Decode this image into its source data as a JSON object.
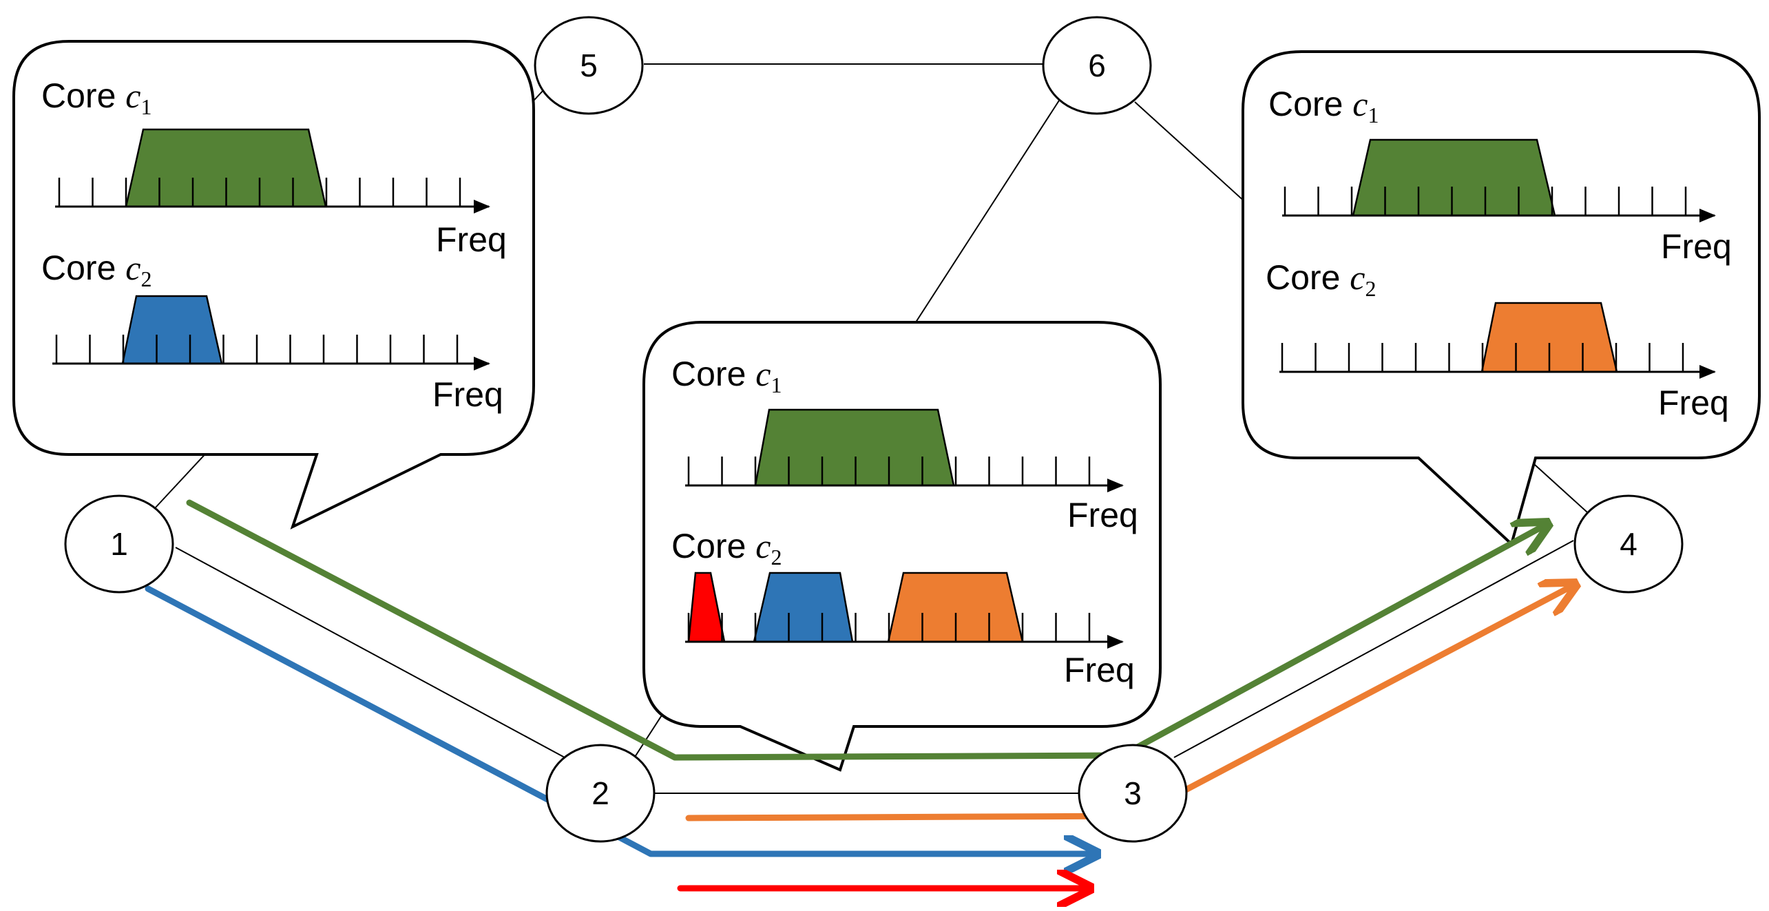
{
  "nodes": {
    "n1": "1",
    "n2": "2",
    "n3": "3",
    "n4": "4",
    "n5": "5",
    "n6": "6"
  },
  "panels": {
    "left": {
      "core1": {
        "label": "Core",
        "var": "c",
        "sub": "1",
        "freq": "Freq"
      },
      "core2": {
        "label": "Core",
        "var": "c",
        "sub": "2",
        "freq": "Freq"
      }
    },
    "middle": {
      "core1": {
        "label": "Core",
        "var": "c",
        "sub": "1",
        "freq": "Freq"
      },
      "core2": {
        "label": "Core",
        "var": "c",
        "sub": "2",
        "freq": "Freq"
      }
    },
    "right": {
      "core1": {
        "label": "Core",
        "var": "c",
        "sub": "1",
        "freq": "Freq"
      },
      "core2": {
        "label": "Core",
        "var": "c",
        "sub": "2",
        "freq": "Freq"
      }
    }
  },
  "colors": {
    "green": "#548235",
    "blue": "#2e75b6",
    "orange": "#ed7d31",
    "red": "#ff0000"
  },
  "routes": [
    {
      "name": "green",
      "from": "1",
      "to": "4",
      "via": [
        "2",
        "3"
      ]
    },
    {
      "name": "blue",
      "from": "1",
      "to": "3",
      "via": [
        "2"
      ]
    },
    {
      "name": "orange",
      "from": "2",
      "to": "4",
      "via": [
        "3"
      ]
    },
    {
      "name": "red",
      "from": "2",
      "to": "3",
      "via": []
    }
  ]
}
